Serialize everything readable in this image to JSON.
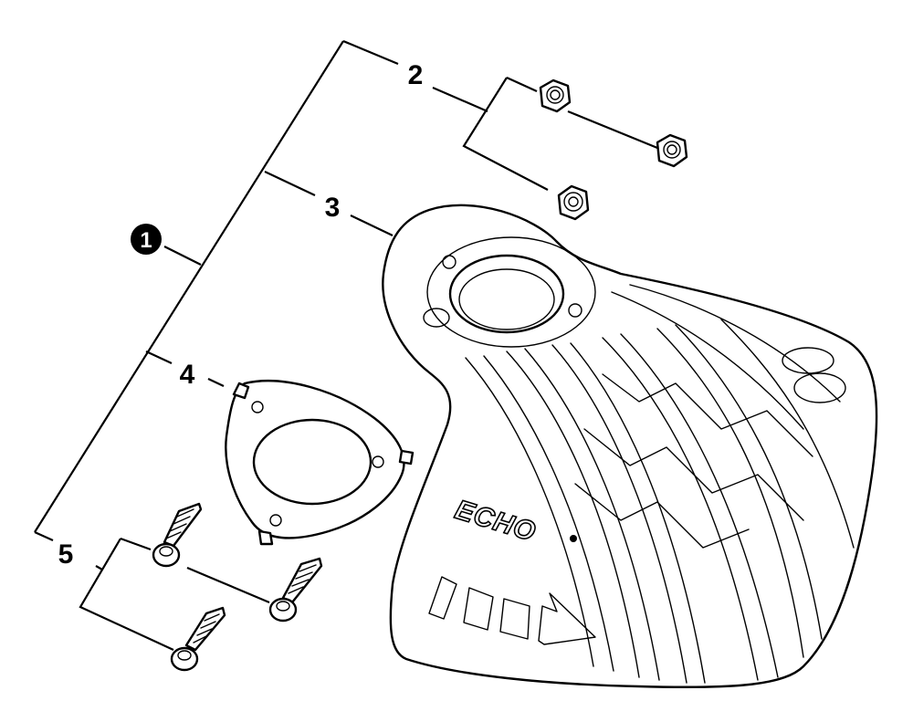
{
  "callouts": {
    "assembly": "1",
    "nut": "2",
    "guard": "3",
    "plate": "4",
    "bolt": "5"
  },
  "guard": {
    "brand_text": "ECHO"
  },
  "colors": {
    "ink": "#000000",
    "paper": "#ffffff"
  }
}
